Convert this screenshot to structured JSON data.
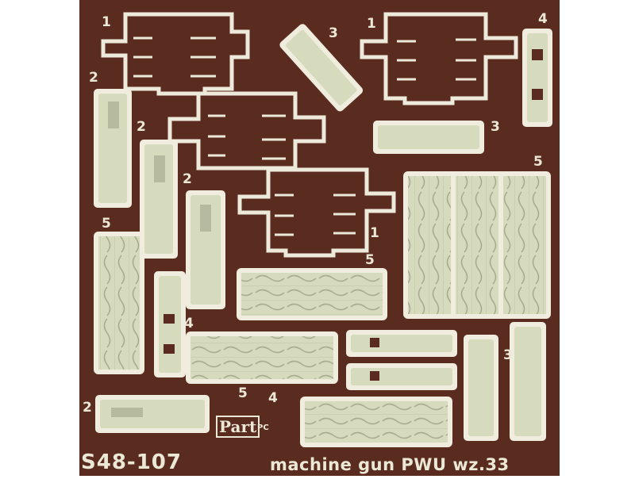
{
  "sheet": {
    "code": "S48-107",
    "title": "machine gun PWU wz.33",
    "brand": {
      "mark": "Part",
      "sub": "PC"
    },
    "colors": {
      "background": "#5a2c20",
      "metal": "#d8dcc0",
      "outline": "#f2efe2",
      "text": "#ece8d6"
    }
  },
  "part_labels": [
    "1",
    "1",
    "1",
    "2",
    "2",
    "2",
    "2",
    "3",
    "3",
    "3",
    "4",
    "4",
    "4",
    "5",
    "5",
    "5",
    "5"
  ]
}
